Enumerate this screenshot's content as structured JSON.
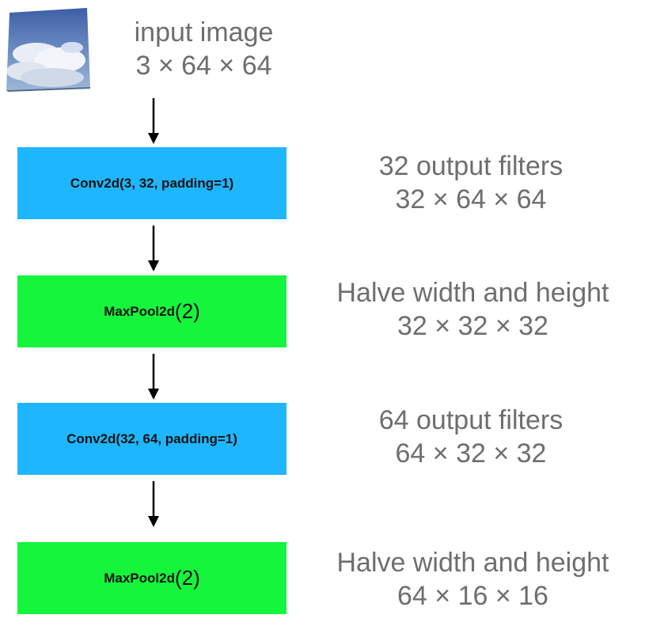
{
  "input": {
    "label_line1": "input image",
    "label_line2": "3 × 64 × 64",
    "thumbnail": "cloud-sky-photo"
  },
  "layers": [
    {
      "type": "conv",
      "label_main": "Conv2d(3, 32, padding=1)",
      "label_big": "",
      "color": "#1eb6ff",
      "desc_line1": "32 output filters",
      "desc_line2": "32 × 64 × 64"
    },
    {
      "type": "pool",
      "label_main": "MaxPool2d",
      "label_big": "(2)",
      "color": "#14f53c",
      "desc_line1": "Halve width and height",
      "desc_line2": "32 × 32 × 32"
    },
    {
      "type": "conv",
      "label_main": "Conv2d(32, 64, padding=1)",
      "label_big": "",
      "color": "#1eb6ff",
      "desc_line1": "64 output filters",
      "desc_line2": "64 × 32 × 32"
    },
    {
      "type": "pool",
      "label_main": "MaxPool2d",
      "label_big": "(2)",
      "color": "#14f53c",
      "desc_line1": "Halve width and height",
      "desc_line2": "64 × 16 × 16"
    }
  ],
  "arrows": [
    "down-arrow-icon",
    "down-arrow-icon",
    "down-arrow-icon",
    "down-arrow-icon"
  ]
}
